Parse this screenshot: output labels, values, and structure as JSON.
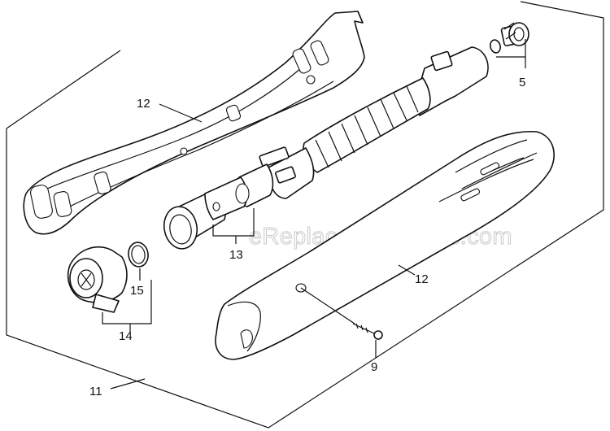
{
  "callouts": {
    "part_12_upper": "12",
    "part_12_lower": "12",
    "part_5": "5",
    "part_13": "13",
    "part_15": "15",
    "part_14": "14",
    "part_9": "9",
    "part_11": "11"
  },
  "watermark": "eReplacementParts.com",
  "colors": {
    "line": "#111111",
    "background": "#ffffff",
    "watermark_outline": "#c9c9c9"
  }
}
